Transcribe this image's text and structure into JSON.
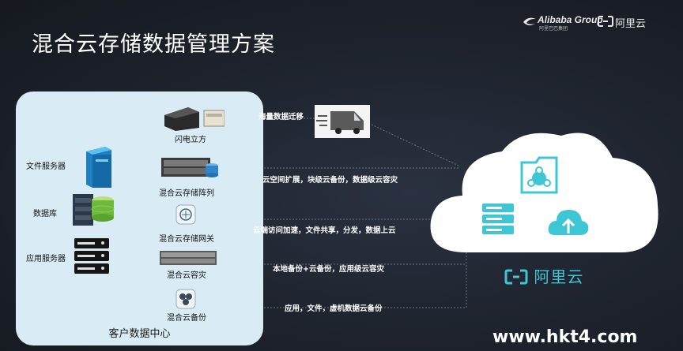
{
  "title": "混合云存储数据管理方案",
  "brand": {
    "alibaba": "Alibaba Group",
    "alibaba_sub": "阿里巴巴集团",
    "aliyun": "阿里云"
  },
  "data_center": {
    "label": "客户数据中心",
    "servers": [
      "文件服务器",
      "数据库",
      "应用服务器"
    ],
    "devices": [
      "闪电立方",
      "混合云存储阵列",
      "混合云存储网关",
      "混合云容灾",
      "混合云备份"
    ]
  },
  "captions": [
    "海量数据迁移",
    "云空间扩展，块级云备份，数据级云容灾",
    "云端访问加速，文件共享，分发，数据上云",
    "本地备份+云备份，应用级云容灾",
    "应用，文件，虚机数据云备份"
  ],
  "cloud_label": "阿里云",
  "watermark": "www.hkt4.com",
  "colors": {
    "accent": "#3ec6d4",
    "panel": "#d9ecf6",
    "background": "#1d222c"
  }
}
